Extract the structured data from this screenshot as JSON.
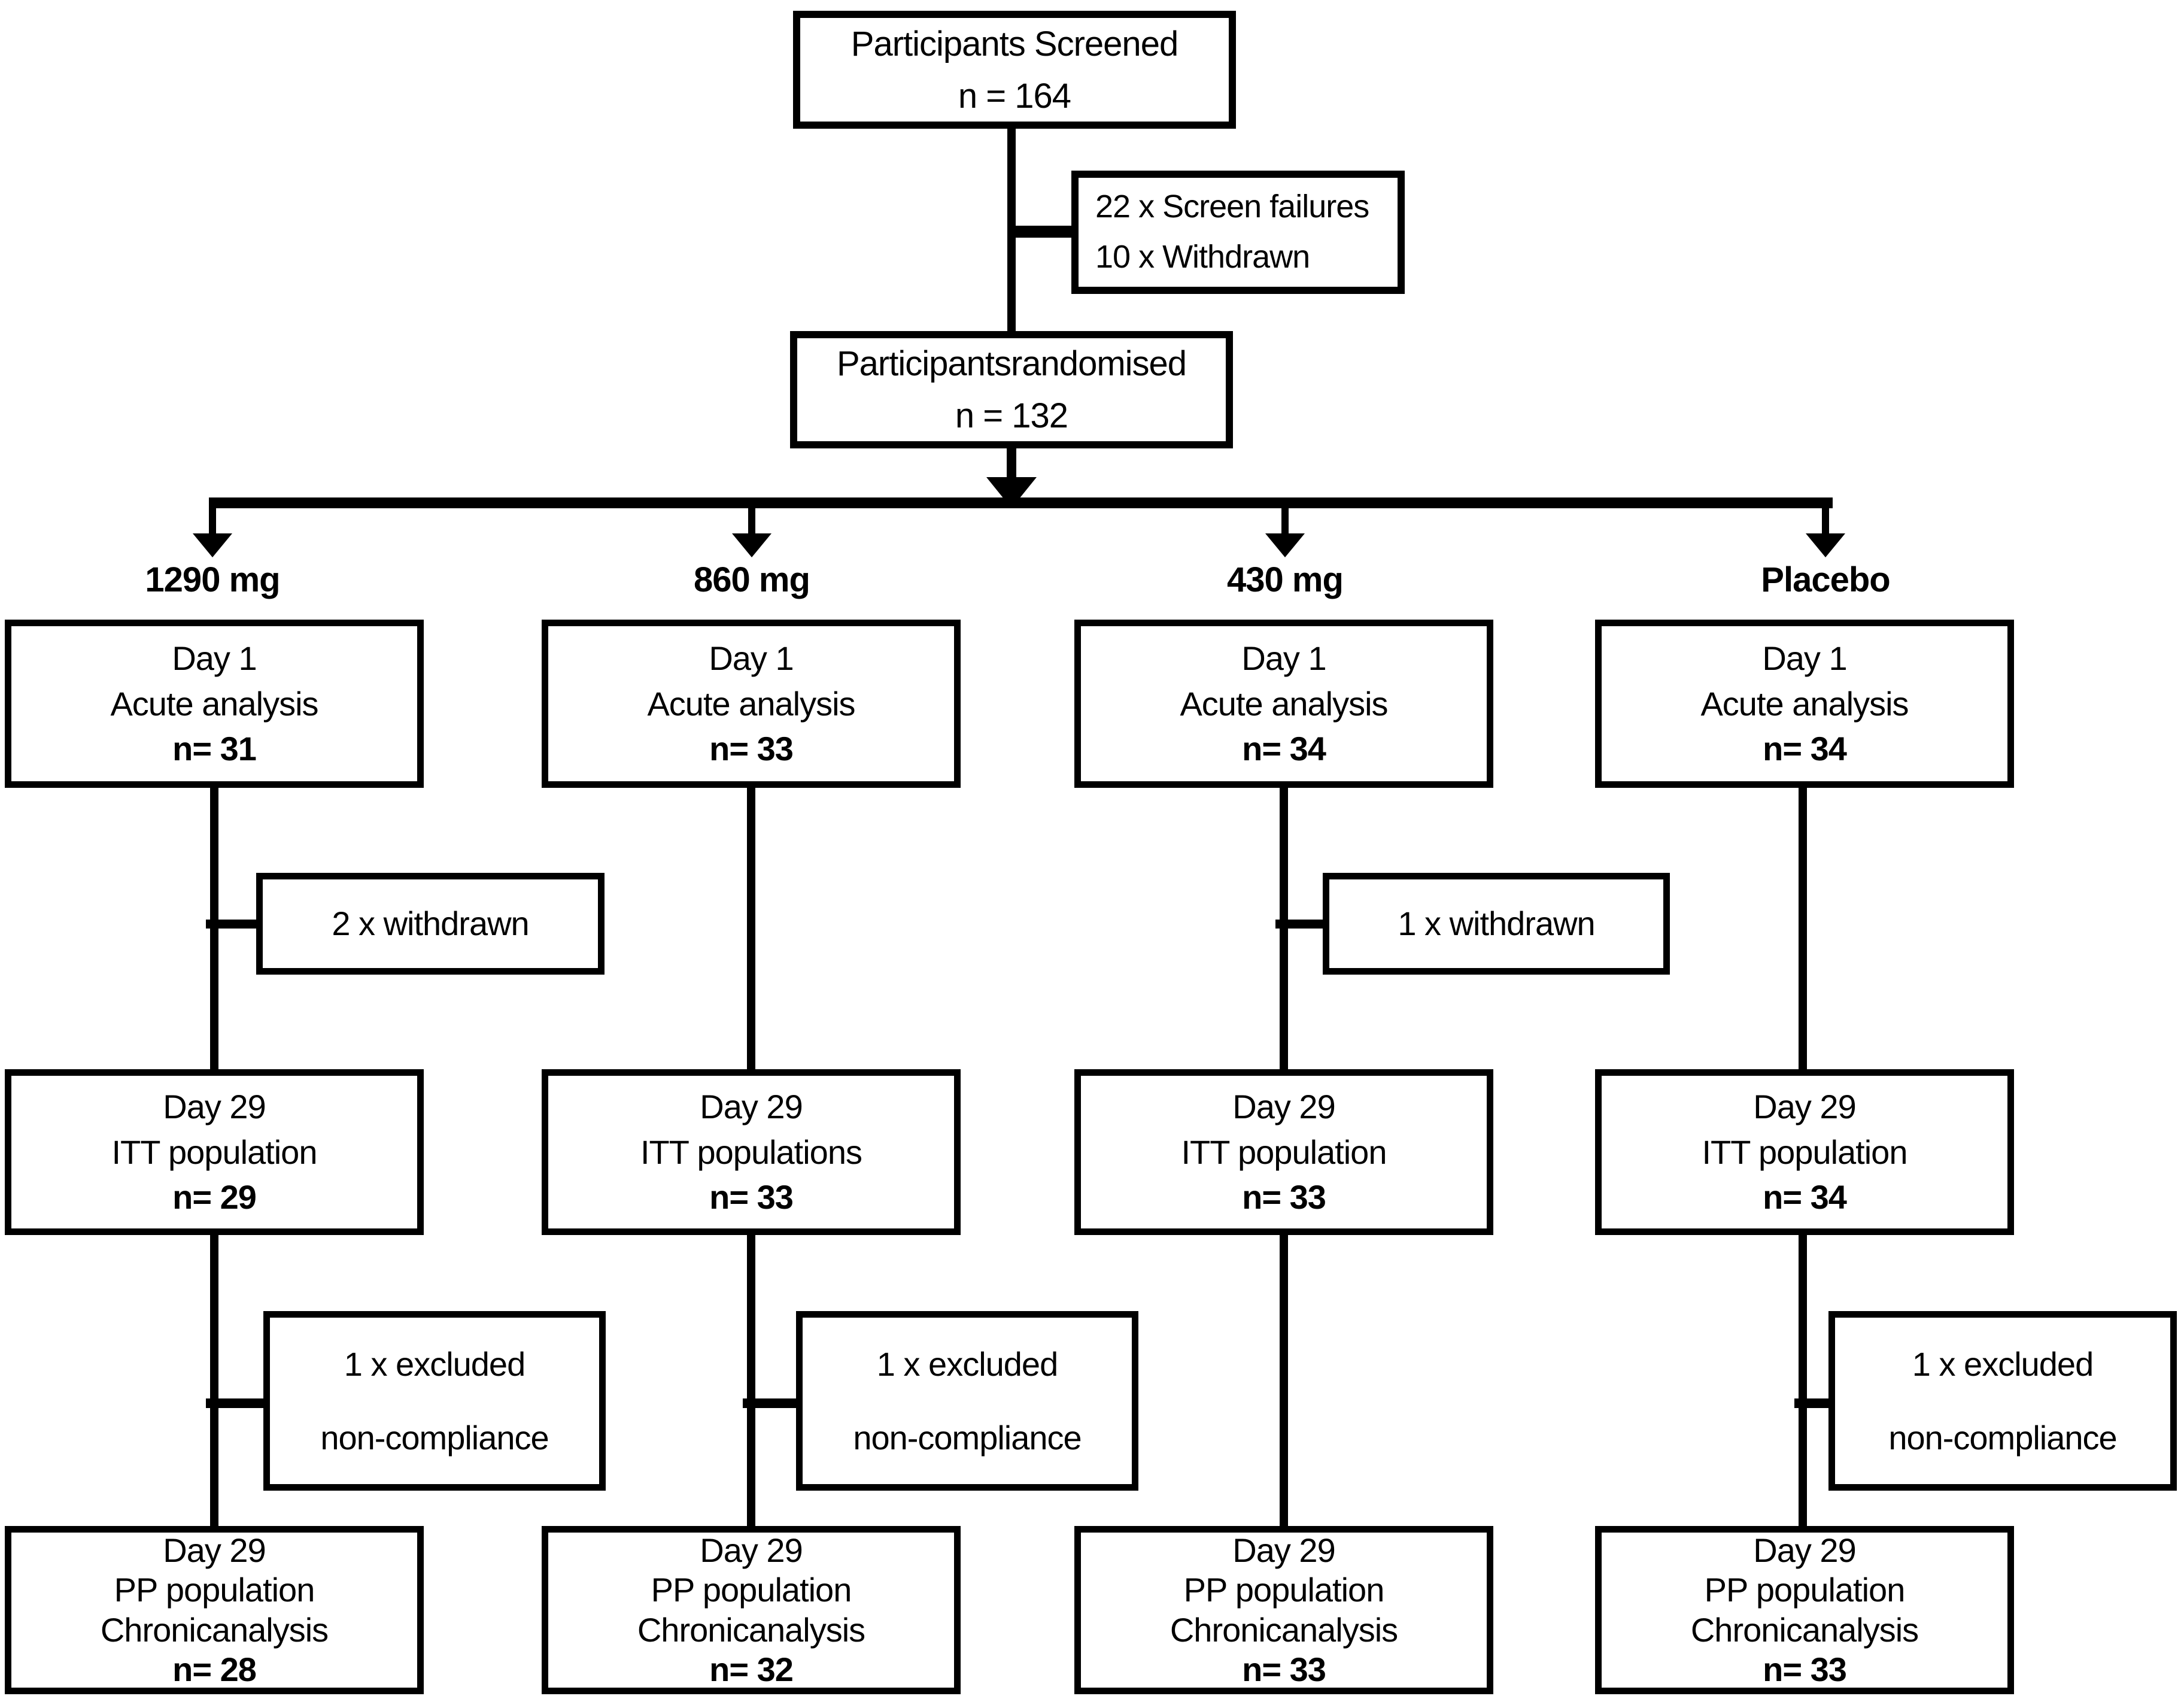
{
  "top": {
    "screened_line1": "Participants Screened",
    "screened_line2": "n = 164",
    "failures_line1": "22 x Screen failures",
    "failures_line2": "10 x Withdrawn",
    "randomised_line1": "Participantsrandomised",
    "randomised_line2": "n = 132"
  },
  "arms": [
    {
      "label": "1290 mg",
      "day1": {
        "l1": "Day 1",
        "l2": "Acute analysis",
        "n": "n= 31"
      },
      "withdrawn": "2 x withdrawn",
      "itt": {
        "l1": "Day 29",
        "l2": "ITT population",
        "n": "n= 29"
      },
      "excluded": {
        "l1": "1 x excluded",
        "l2": "non-compliance"
      },
      "pp": {
        "l1": "Day 29",
        "l2": "PP population",
        "l3": "Chronicanalysis",
        "n": "n= 28"
      }
    },
    {
      "label": "860 mg",
      "day1": {
        "l1": "Day 1",
        "l2": "Acute analysis",
        "n": "n= 33"
      },
      "itt": {
        "l1": "Day 29",
        "l2": "ITT populations",
        "n": "n= 33"
      },
      "excluded": {
        "l1": "1 x excluded",
        "l2": "non-compliance"
      },
      "pp": {
        "l1": "Day 29",
        "l2": "PP population",
        "l3": "Chronicanalysis",
        "n": "n= 32"
      }
    },
    {
      "label": "430 mg",
      "day1": {
        "l1": "Day 1",
        "l2": "Acute analysis",
        "n": "n= 34"
      },
      "withdrawn": "1 x withdrawn",
      "itt": {
        "l1": "Day 29",
        "l2": "ITT population",
        "n": "n= 33"
      },
      "pp": {
        "l1": "Day 29",
        "l2": "PP population",
        "l3": "Chronicanalysis",
        "n": "n= 33"
      }
    },
    {
      "label": "Placebo",
      "day1": {
        "l1": "Day 1",
        "l2": "Acute analysis",
        "n": "n= 34"
      },
      "itt": {
        "l1": "Day 29",
        "l2": "ITT population",
        "n": "n= 34"
      },
      "excluded": {
        "l1": "1 x excluded",
        "l2": "non-compliance"
      },
      "pp": {
        "l1": "Day 29",
        "l2": "PP population",
        "l3": "Chronicanalysis",
        "n": "n= 33"
      }
    }
  ]
}
